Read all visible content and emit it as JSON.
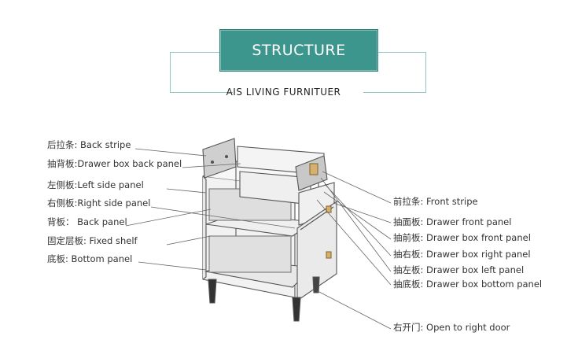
{
  "header": {
    "title": "STRUCTURE",
    "subtitle": "AIS LIVING FURNITUER"
  },
  "colors": {
    "accent": "#3c968d",
    "frame": "#8fc8c3",
    "leader": "#666666"
  },
  "labels_left": [
    {
      "text": "后拉条: Back stripe"
    },
    {
      "text": "抽背板:Drawer box back panel"
    },
    {
      "text": "左侧板:Left side panel"
    },
    {
      "text": "右侧板:Right side panel"
    },
    {
      "text": "背板： Back panel"
    },
    {
      "text": "固定层板:  Fixed shelf"
    },
    {
      "text": "底板:  Bottom panel"
    }
  ],
  "labels_right": [
    {
      "text": "前拉条:  Front stripe"
    },
    {
      "text": "抽面板:  Drawer front panel"
    },
    {
      "text": "抽前板:  Drawer box front panel"
    },
    {
      "text": "抽右板:  Drawer box right panel"
    },
    {
      "text": "抽左板:  Drawer box left panel"
    },
    {
      "text": "抽底板:  Drawer box bottom panel"
    },
    {
      "text": "右开门:  Open to right door"
    }
  ]
}
